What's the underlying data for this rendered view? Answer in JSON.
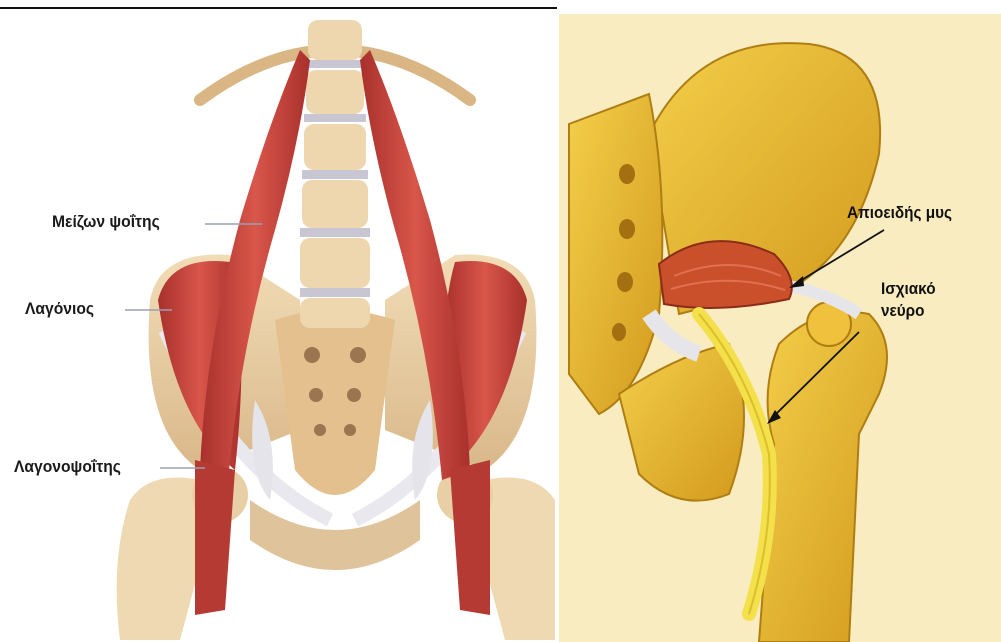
{
  "left_panel": {
    "labels": {
      "psoas_major": "Μείζων ψοΐτης",
      "iliacus": "Λαγόνιος",
      "iliopsoas": "Λαγονοψοΐτης"
    }
  },
  "right_panel": {
    "labels": {
      "piriformis": "Απιοειδής μυς",
      "sciatic_line1": "Ισχιακό",
      "sciatic_line2": "νεύρο"
    }
  },
  "colors": {
    "muscle": "#c8463c",
    "bone_left": "#e9cfa4",
    "bone_right": "#e6b830",
    "nerve": "#f4e04a",
    "tendon": "#e4e4ea"
  }
}
